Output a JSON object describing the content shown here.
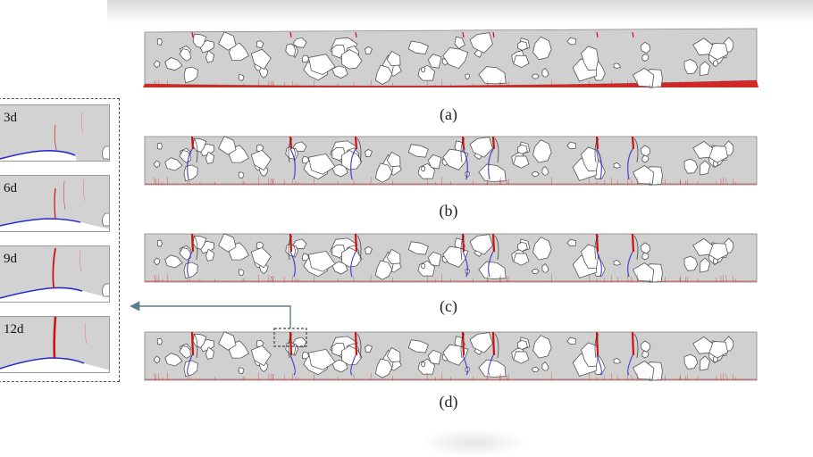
{
  "panels": [
    {
      "label": "(a)"
    },
    {
      "label": "(b)"
    },
    {
      "label": "(c)"
    },
    {
      "label": "(d)"
    }
  ],
  "insets": [
    {
      "label": "3d"
    },
    {
      "label": "6d"
    },
    {
      "label": "9d"
    },
    {
      "label": "12d"
    }
  ],
  "colors": {
    "beam": "#d0d0d0",
    "aggregate": "#ffffff",
    "outline": "#555555",
    "crack": "#cc1111",
    "interface": "#2b2bcc"
  }
}
